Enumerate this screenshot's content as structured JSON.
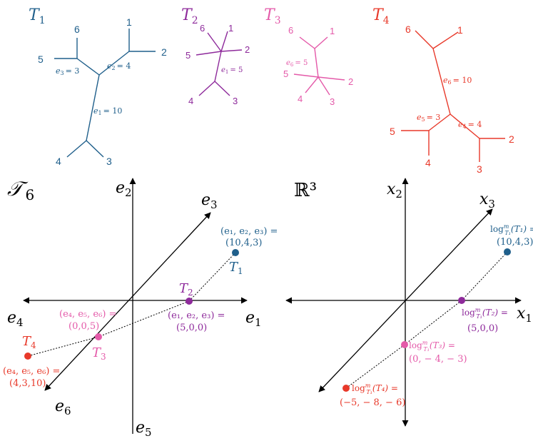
{
  "colors": {
    "t1": "#1f5f8b",
    "t2": "#8e2a9b",
    "t3": "#e45aa9",
    "t4": "#e8392a",
    "axis": "#000000"
  },
  "trees": {
    "t1": {
      "title_main": "T",
      "title_sub": "1",
      "leaves": [
        "1",
        "2",
        "3",
        "4",
        "5",
        "6"
      ],
      "edges": [
        {
          "e": "e",
          "sub": "3",
          "val": "= 3"
        },
        {
          "e": "e",
          "sub": "2",
          "val": "= 4"
        },
        {
          "e": "e",
          "sub": "1",
          "val": "= 10"
        }
      ]
    },
    "t2": {
      "title_main": "T",
      "title_sub": "2",
      "leaves": [
        "1",
        "2",
        "3",
        "4",
        "5",
        "6"
      ],
      "edge": {
        "e": "e",
        "sub": "1",
        "val": "= 5"
      }
    },
    "t3": {
      "title_main": "T",
      "title_sub": "3",
      "leaves": [
        "1",
        "2",
        "3",
        "4",
        "5",
        "6"
      ],
      "edge": {
        "e": "e",
        "sub": "6",
        "val": "= 5"
      }
    },
    "t4": {
      "title_main": "T",
      "title_sub": "4",
      "leaves": [
        "1",
        "2",
        "3",
        "4",
        "5",
        "6"
      ],
      "edges": [
        {
          "e": "e",
          "sub": "6",
          "val": "= 10"
        },
        {
          "e": "e",
          "sub": "5",
          "val": "= 3"
        },
        {
          "e": "e",
          "sub": "4",
          "val": "= 4"
        }
      ]
    }
  },
  "left_panel": {
    "space_main": "𝒯",
    "space_sub": "6",
    "axes": {
      "e1": {
        "main": "e",
        "sub": "1"
      },
      "e2": {
        "main": "e",
        "sub": "2"
      },
      "e3": {
        "main": "e",
        "sub": "3"
      },
      "e4": {
        "main": "e",
        "sub": "4"
      },
      "e5": {
        "main": "e",
        "sub": "5"
      },
      "e6": {
        "main": "e",
        "sub": "6"
      }
    },
    "points": {
      "t1": {
        "label_main": "T",
        "label_sub": "1",
        "coord_line1": "(e₁, e₂, e₃) =",
        "coord_line2": "(10,4,3)"
      },
      "t2": {
        "label_main": "T",
        "label_sub": "2",
        "coord_line1": "(e₁, e₂, e₃) =",
        "coord_line2": "(5,0,0)"
      },
      "t3": {
        "label_main": "T",
        "label_sub": "3",
        "coord_line1": "(e₄, e₅, e₆) =",
        "coord_line2": "(0,0,5)"
      },
      "t4": {
        "label_main": "T",
        "label_sub": "4",
        "coord_line1": "(e₄, e₅, e₆) =",
        "coord_line2": "(4,3,10)"
      }
    }
  },
  "right_panel": {
    "space": "ℝ³",
    "axes": {
      "x1": {
        "main": "x",
        "sub": "1"
      },
      "x2": {
        "main": "x",
        "sub": "2"
      },
      "x3": {
        "main": "x",
        "sub": "3"
      }
    },
    "points": {
      "t1": {
        "line1": "log",
        "line1_rest": "(T₁) =",
        "line2": "(10,4,3)"
      },
      "t2": {
        "line1": "log",
        "line1_rest": "(T₂) =",
        "line2": "(5,0,0)"
      },
      "t3": {
        "line1": "log",
        "line1_rest": "(T₃) =",
        "line2": "(0, − 4, − 3)"
      },
      "t4": {
        "line1": "log",
        "line1_rest": "(T₄) =",
        "line2": "(−5, − 8, − 6)"
      }
    },
    "log_sup": "m",
    "log_sub": "T₁"
  }
}
